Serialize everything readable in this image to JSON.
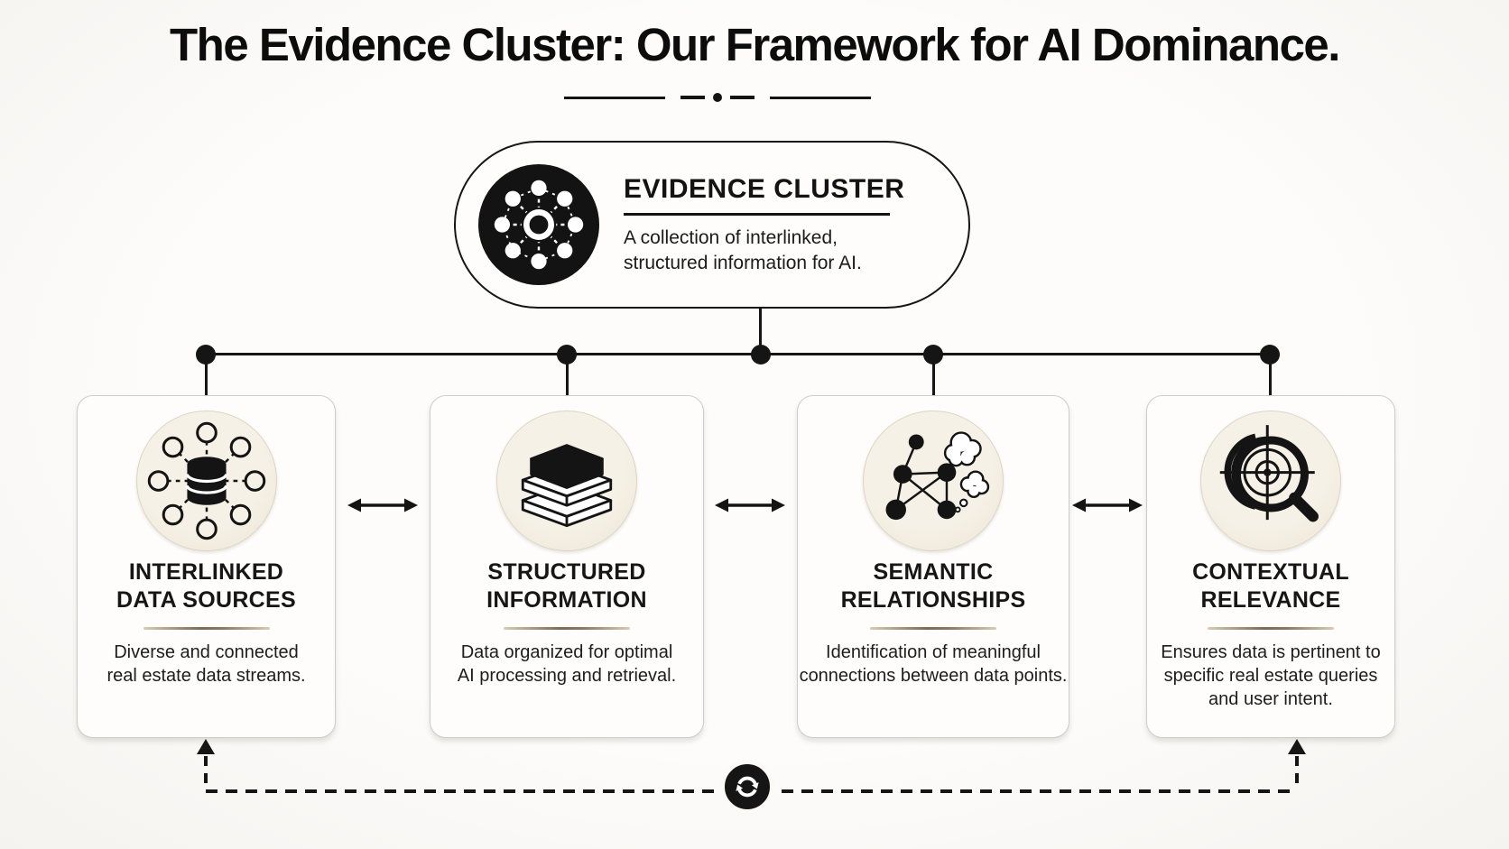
{
  "header": {
    "title": "The Evidence Cluster: Our Framework for AI Dominance."
  },
  "root_node": {
    "title": "EVIDENCE CLUSTER",
    "description": "A collection of interlinked,\nstructured information for AI.",
    "icon": "network-cluster-icon"
  },
  "cards": [
    {
      "id": "interlinked-data-sources",
      "title": "INTERLINKED\nDATA SOURCES",
      "description": "Diverse and connected\nreal estate data streams.",
      "icon": "database-network-icon"
    },
    {
      "id": "structured-information",
      "title": "STRUCTURED\nINFORMATION",
      "description": "Data organized for optimal\nAI processing and retrieval.",
      "icon": "layer-stack-icon"
    },
    {
      "id": "semantic-relationships",
      "title": "SEMANTIC\nRELATIONSHIPS",
      "description": "Identification of meaningful\nconnections between data points.",
      "icon": "graph-thought-clouds-icon"
    },
    {
      "id": "contextual-relevance",
      "title": "CONTEXTUAL\nRELEVANCE",
      "description": "Ensures data is pertinent to\nspecific real estate queries\nand user intent.",
      "icon": "target-magnifier-icon"
    }
  ],
  "connectors": {
    "between_cards": "bidirectional-arrow",
    "feedback_loop_icon": "refresh-cycle-icon"
  },
  "colors": {
    "ink": "#151515",
    "background": "#fbfaf7",
    "icon_circle_beige": "#f0ead9",
    "card_border": "#cfccc6",
    "divider_brown": "#7d6b53"
  }
}
